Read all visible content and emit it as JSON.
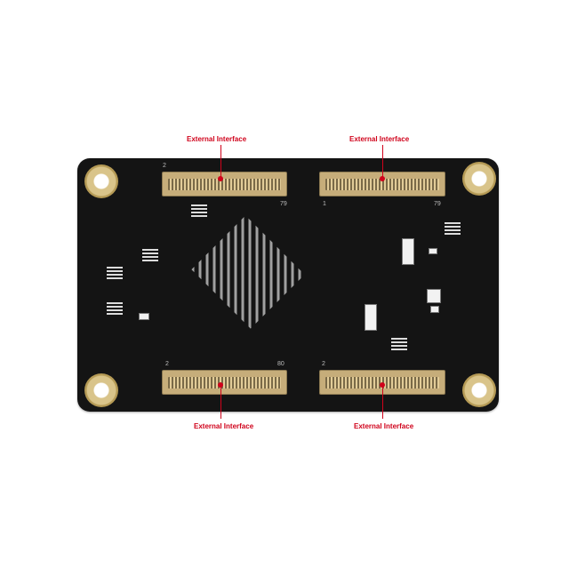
{
  "labels": {
    "top_left": "External Interface",
    "top_right": "External Interface",
    "bottom_left": "External Interface",
    "bottom_right": "External Interface"
  },
  "pins": {
    "top_left_start": "2",
    "top_left_end": "79",
    "top_right_start": "1",
    "top_right_end": "79",
    "bottom_left_start": "2",
    "bottom_left_end": "80",
    "bottom_right_start": "2"
  },
  "colors": {
    "board": "#141414",
    "annotation": "#d0021b",
    "gold": "#c6ad7a"
  }
}
